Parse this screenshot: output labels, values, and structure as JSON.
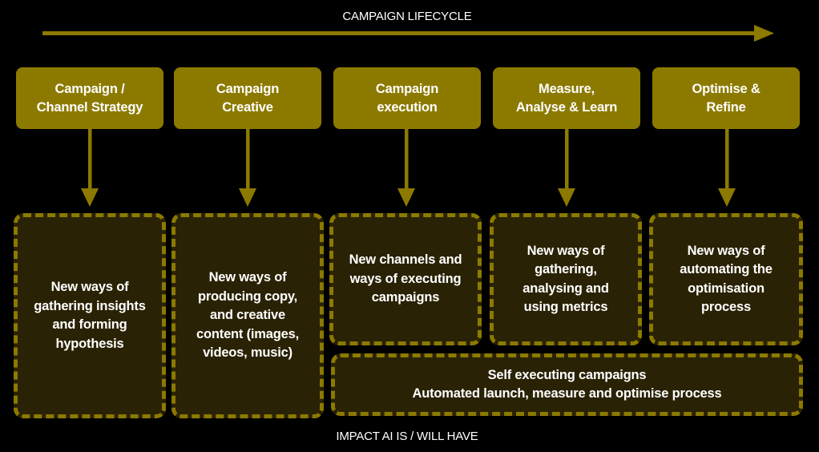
{
  "header": {
    "title": "CAMPAIGN LIFECYCLE"
  },
  "footer": {
    "label": "IMPACT AI IS / WILL HAVE"
  },
  "colors": {
    "accent": "#8c7a00",
    "impact_fill": "#2a2204",
    "background": "#000000",
    "text": "#ffffff"
  },
  "stages": [
    {
      "label": "Campaign /\nChannel Strategy",
      "impact": "New ways of\ngathering insights\nand forming\nhypothesis"
    },
    {
      "label": "Campaign\nCreative",
      "impact": "New ways of\nproducing copy,\nand creative\ncontent (images,\nvideos, music)"
    },
    {
      "label": "Campaign\nexecution",
      "impact": "New channels and\nways of executing\ncampaigns"
    },
    {
      "label": "Measure,\nAnalyse & Learn",
      "impact": "New ways of\ngathering,\nanalysing and\nusing metrics"
    },
    {
      "label": "Optimise &\nRefine",
      "impact": "New ways of\nautomating the\noptimisation\nprocess"
    }
  ],
  "shared_impact": {
    "title": "Self executing campaigns",
    "subtitle": "Automated launch, measure and optimise process"
  }
}
